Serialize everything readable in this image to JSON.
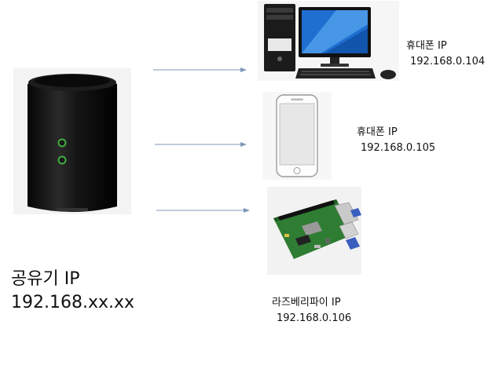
{
  "router": {
    "title": "공유기 IP",
    "ip": "192.168.xx.xx"
  },
  "devices": [
    {
      "name": "휴대폰 IP",
      "ip": "192.168.0.104",
      "icon": "desktop-computer-icon"
    },
    {
      "name": "휴대폰 IP",
      "ip": "192.168.0.105",
      "icon": "smartphone-icon"
    },
    {
      "name": "라즈베리파이 IP",
      "ip": "192.168.0.106",
      "icon": "raspberry-pi-board-icon"
    }
  ],
  "colors": {
    "arrow": "#7f97b8",
    "router_body": "#111111",
    "router_led": "#3fae3f",
    "pcb": "#2f7d32"
  }
}
